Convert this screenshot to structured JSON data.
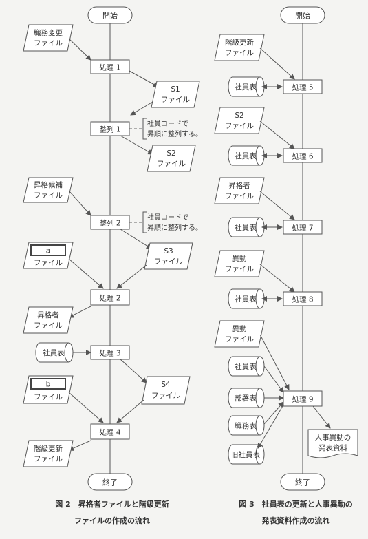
{
  "fig2": {
    "start": "開始",
    "end": "終了",
    "f_shokumu": [
      "職務変更",
      "ファイル"
    ],
    "p1": "処理 1",
    "s1": [
      "S1",
      "ファイル"
    ],
    "sort1": "整列 1",
    "note1": [
      "社員コードで",
      "昇順に整列する。"
    ],
    "s2": [
      "S2",
      "ファイル"
    ],
    "f_kouho": [
      "昇格候補",
      "ファイル"
    ],
    "sort2": "整列 2",
    "note2": [
      "社員コードで",
      "昇順に整列する。"
    ],
    "a_label": "a",
    "a_file": "ファイル",
    "s3": [
      "S3",
      "ファイル"
    ],
    "p2": "処理 2",
    "f_shoukaku": [
      "昇格者",
      "ファイル"
    ],
    "shain": "社員表",
    "p3": "処理 3",
    "b_label": "b",
    "b_file": "ファイル",
    "s4": [
      "S4",
      "ファイル"
    ],
    "p4": "処理 4",
    "f_kaikyu": [
      "階級更新",
      "ファイル"
    ],
    "caption": [
      "図 2　昇格者ファイルと階級更新",
      "ファイルの作成の流れ"
    ]
  },
  "fig3": {
    "start": "開始",
    "end": "終了",
    "f_kaikyu": [
      "階級更新",
      "ファイル"
    ],
    "shain5": "社員表",
    "p5": "処理 5",
    "s2": [
      "S2",
      "ファイル"
    ],
    "shain6": "社員表",
    "p6": "処理 6",
    "f_shoukaku": [
      "昇格者",
      "ファイル"
    ],
    "shain7": "社員表",
    "p7": "処理 7",
    "f_idou8": [
      "異動",
      "ファイル"
    ],
    "shain8": "社員表",
    "p8": "処理 8",
    "f_idou9": [
      "異動",
      "ファイル"
    ],
    "t_shain": "社員表",
    "t_busho": "部署表",
    "t_shokumu": "職務表",
    "t_kyushain": "旧社員表",
    "p9": "処理 9",
    "doc": [
      "人事異動の",
      "発表資料"
    ],
    "caption": [
      "図 3　社員表の更新と人事異動の",
      "発表資料作成の流れ"
    ]
  }
}
